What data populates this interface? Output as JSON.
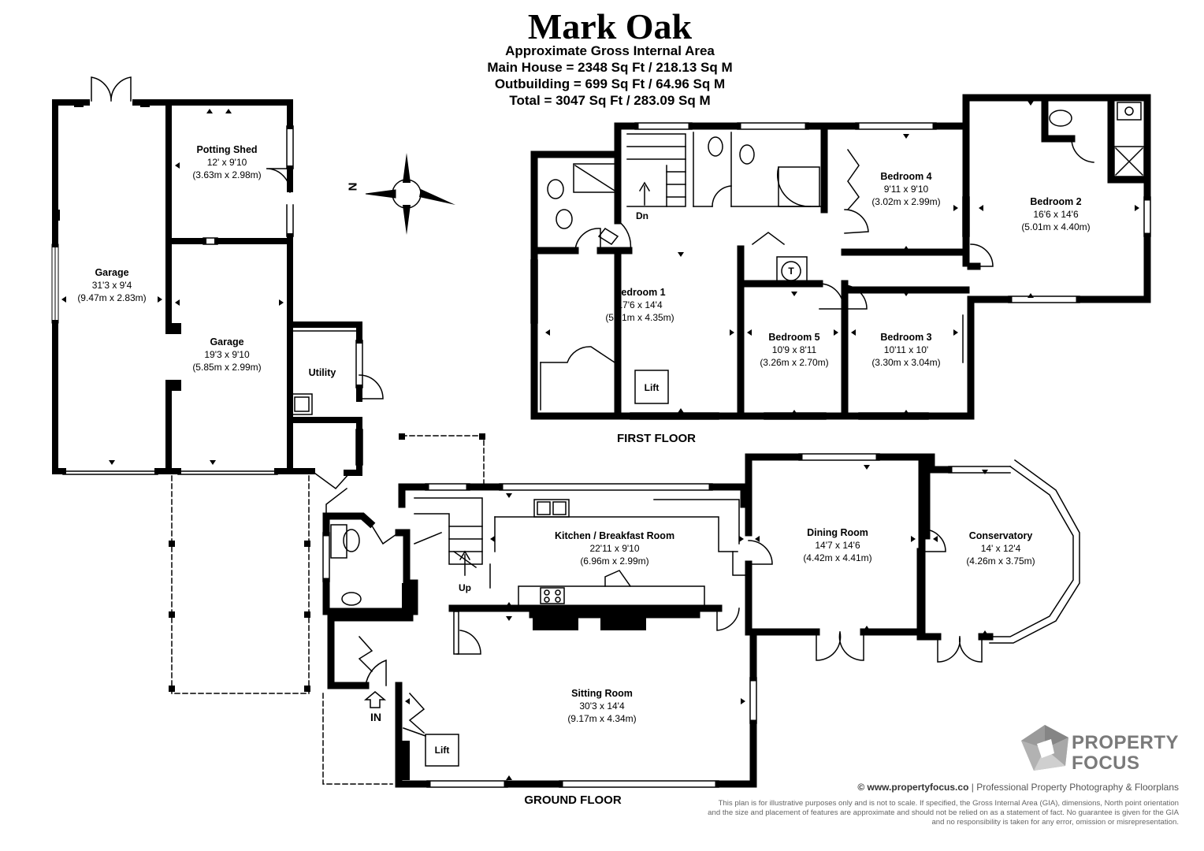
{
  "header": {
    "title": "Mark Oak",
    "subtitle": "Approximate Gross Internal Area",
    "main_house": "Main House = 2348 Sq Ft / 218.13 Sq M",
    "outbuilding": "Outbuilding = 699 Sq Ft / 64.96 Sq M",
    "total": "Total = 3047 Sq Ft / 283.09 Sq M"
  },
  "compass": {
    "north_label": "N"
  },
  "floors": {
    "first": "FIRST FLOOR",
    "ground": "GROUND FLOOR"
  },
  "outbuilding_rooms": [
    {
      "name": "Potting Shed",
      "imperial": "12' x 9'10",
      "metric": "(3.63m x 2.98m)"
    },
    {
      "name": "Garage",
      "imperial": "31'3 x 9'4",
      "metric": "(9.47m x 2.83m)"
    },
    {
      "name": "Garage",
      "imperial": "19'3 x 9'10",
      "metric": "(5.85m x 2.99m)"
    },
    {
      "name": "Utility",
      "imperial": "",
      "metric": ""
    }
  ],
  "first_floor_rooms": [
    {
      "name": "Bedroom 4",
      "imperial": "9'11 x 9'10",
      "metric": "(3.02m x 2.99m)"
    },
    {
      "name": "Bedroom 2",
      "imperial": "16'6 x 14'6",
      "metric": "(5.01m x 4.40m)"
    },
    {
      "name": "Bedroom 1",
      "imperial": "17'6 x 14'4",
      "metric": "(5.31m x 4.35m)"
    },
    {
      "name": "Bedroom 5",
      "imperial": "10'9 x 8'11",
      "metric": "(3.26m x 2.70m)"
    },
    {
      "name": "Bedroom 3",
      "imperial": "10'11 x 10'",
      "metric": "(3.30m x 3.04m)"
    }
  ],
  "ground_floor_rooms": [
    {
      "name": "Kitchen / Breakfast Room",
      "imperial": "22'11 x 9'10",
      "metric": "(6.96m x 2.99m)"
    },
    {
      "name": "Dining Room",
      "imperial": "14'7 x 14'6",
      "metric": "(4.42m x 4.41m)"
    },
    {
      "name": "Conservatory",
      "imperial": "14' x 12'4",
      "metric": "(4.26m x 3.75m)"
    },
    {
      "name": "Sitting Room",
      "imperial": "30'3 x 14'4",
      "metric": "(9.17m x 4.34m)"
    }
  ],
  "tags": {
    "dn": "Dn",
    "up": "Up",
    "lift_first": "Lift",
    "lift_ground": "Lift",
    "tank": "T",
    "entrance": "IN"
  },
  "branding": {
    "logo_line1": "PROPERTY",
    "logo_line2": "FOCUS",
    "website": "© www.propertyfocus.co",
    "tagline": " | Professional Property Photography & Floorplans",
    "disclaimer": "This plan is for illustrative purposes only and is not to scale. If specified, the Gross Internal Area (GIA), dimensions, North point orientation and the size and placement of features are approximate and should not be relied on as a statement of fact. No guarantee is given for the GIA and no responsibility is taken for any error, omission or misrepresentation."
  },
  "colors": {
    "wall": "#000000",
    "logo_grey": "#8a8a8a"
  }
}
